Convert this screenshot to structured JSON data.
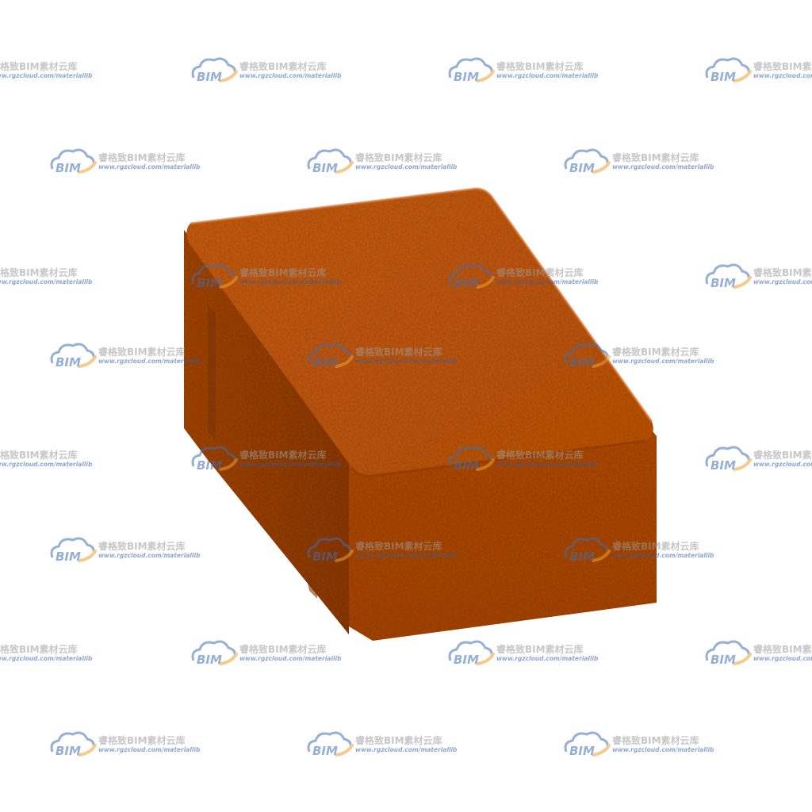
{
  "watermark": {
    "logo_text": "BIM",
    "title": "睿格致BIM素材云库",
    "url": "www.rgzcloud.com/materiallib",
    "logo_color": "#3f6fb5",
    "swoosh_color": "#f0a030",
    "text_color": "#9a9a9a"
  },
  "brick": {
    "top_color": "#c45a12",
    "front_color": "#b04a0a",
    "side_color": "#9a3e06",
    "edge_highlight": "#d2691e"
  }
}
